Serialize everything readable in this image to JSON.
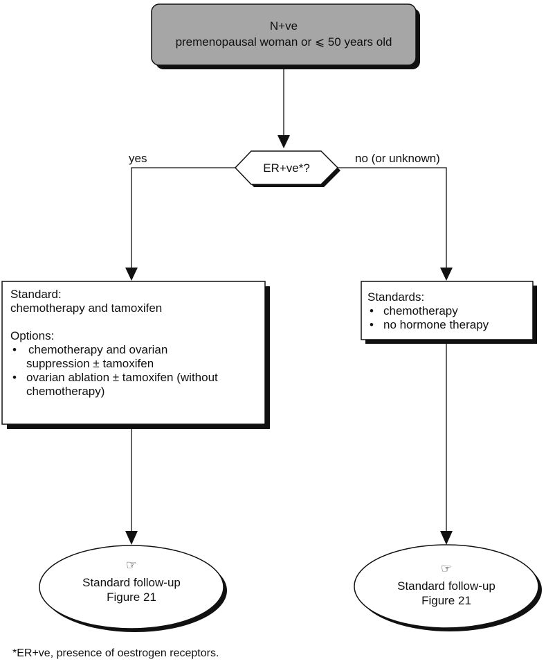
{
  "start": {
    "line1": "N+ve",
    "line2": "premenopausal woman or ⩽ 50 years old"
  },
  "decision": {
    "text": "ER+ve*?",
    "yes_label": "yes",
    "no_label": "no (or unknown)"
  },
  "left_box": {
    "standard_heading": "Standard:",
    "standard_text": "chemotherapy and tamoxifen",
    "options_heading": "Options:",
    "bullets": [
      {
        "line1": "chemotherapy and ovarian",
        "line2": "suppression ± tamoxifen"
      },
      {
        "line1": "ovarian ablation ± tamoxifen (without",
        "line2": "chemotherapy)"
      }
    ],
    "bullet_glyph": "•"
  },
  "right_box": {
    "heading": "Standards:",
    "bullets": [
      "chemotherapy",
      "no hormone therapy"
    ],
    "bullet_glyph": "•"
  },
  "left_end": {
    "icon": "pointing-hand-icon",
    "icon_glyph": "☞",
    "line1": "Standard follow-up",
    "line2": "Figure 21"
  },
  "right_end": {
    "icon": "pointing-hand-icon",
    "icon_glyph": "☞",
    "line1": "Standard follow-up",
    "line2": "Figure 21"
  },
  "footnote": "*ER+ve, presence of oestrogen receptors.",
  "colors": {
    "start_fill": "#a6a6a6",
    "line": "#111111",
    "shadow": "#111111",
    "background": "#ffffff"
  }
}
